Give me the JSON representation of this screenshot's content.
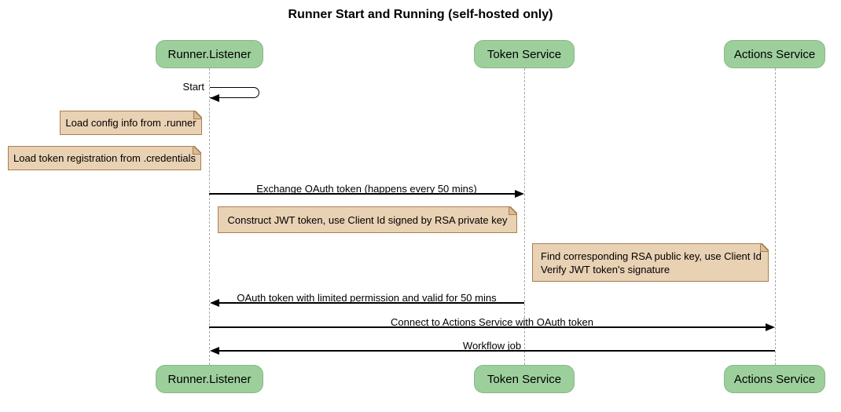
{
  "title": "Runner Start and Running (self-hosted only)",
  "colors": {
    "actor_fill": "#9dcf9d",
    "actor_border": "#84b984",
    "note_fill": "#e9d1b4",
    "note_border": "#a97f50",
    "note_flap": "#d9bc98",
    "lifeline": "#a9a9a9",
    "arrow": "#000000",
    "background": "#ffffff",
    "text": "#000000"
  },
  "actors": [
    {
      "name": "Runner.Listener"
    },
    {
      "name": "Token Service"
    },
    {
      "name": "Actions Service"
    }
  ],
  "self_message": {
    "label": "Start"
  },
  "notes": [
    {
      "text": "Load config info from .runner"
    },
    {
      "text": "Load token registration from .credentials"
    },
    {
      "text": "Construct JWT token, use Client Id signed by RSA private key"
    },
    {
      "lines": [
        "Find corresponding RSA public key, use Client Id",
        "Verify JWT token's signature"
      ]
    }
  ],
  "messages": [
    {
      "label": "Exchange OAuth token (happens every 50 mins)",
      "from": "Runner.Listener",
      "to": "Token Service",
      "direction": "right"
    },
    {
      "label": "OAuth token with limited permission and valid for 50 mins",
      "from": "Token Service",
      "to": "Runner.Listener",
      "direction": "left"
    },
    {
      "label": "Connect to Actions Service with OAuth token",
      "from": "Runner.Listener",
      "to": "Actions Service",
      "direction": "right"
    },
    {
      "label": "Workflow job",
      "from": "Actions Service",
      "to": "Runner.Listener",
      "direction": "left"
    }
  ]
}
